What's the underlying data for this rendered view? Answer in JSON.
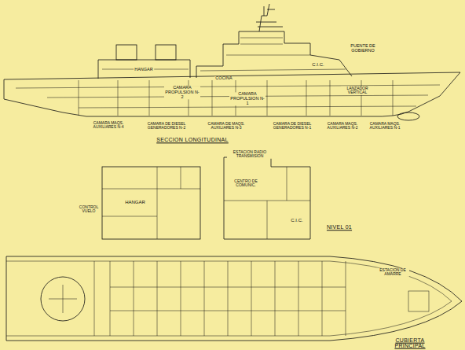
{
  "diagram": {
    "labels": [
      "HANGAR",
      "CAMARA PROPULSION N-2",
      "COCINA",
      "CAMARA PROPULSION N-1",
      "C.I.C.",
      "PUENTE DE GOBIERNO",
      "LANZADOR VERTICAL",
      "CAMARA MAQS. AUXILIARES N-4",
      "CAMARA DE DIESEL GENERADORES N-2",
      "CAMARA DE MAQS. AUXILIARES N-3",
      "CAMARA DE DIESEL GENERADORES N-1",
      "CAMARA MAQS. AUXILIARES N-2",
      "CAMARA MAQS. AUXILIARES N-1",
      "SECCION LONGITUDINAL",
      "ESTACION RADIO TRANSMISION",
      "HANGAR",
      "CONTROL VUELO",
      "CENTRO DE COMUNIC.",
      "C.I.C.",
      "NIVEL 01",
      "ESTACION DE AMARRE",
      "CUBIERTA PRINCIPAL"
    ]
  }
}
